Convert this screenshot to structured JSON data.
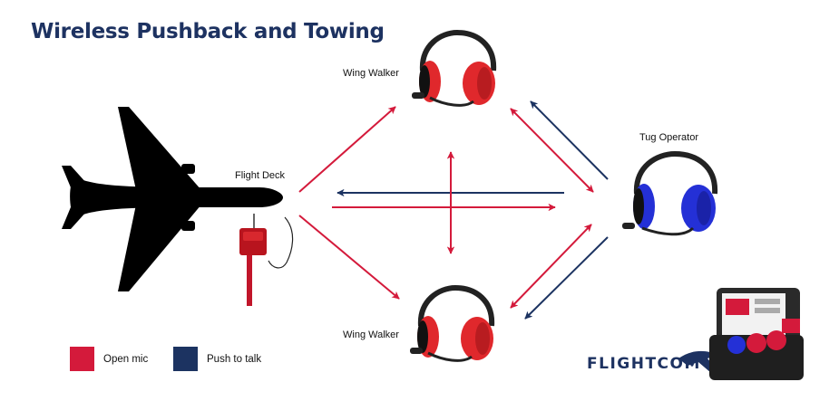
{
  "title": "Wireless Pushback and Towing",
  "nodes": {
    "flight_deck": "Flight Deck",
    "wing_walker_top": "Wing Walker",
    "wing_walker_bottom": "Wing Walker",
    "tug_operator": "Tug Operator"
  },
  "legend": [
    {
      "label": "Open mic",
      "color": "#d41a3b"
    },
    {
      "label": "Push to talk",
      "color": "#1c3361"
    }
  ],
  "brand": "FLIGHTCOM",
  "colors": {
    "open_mic": "#d41a3b",
    "push_to_talk": "#1c3361",
    "title": "#1d3261",
    "headset_red": "#e0282c",
    "headset_blue": "#2430d6"
  }
}
